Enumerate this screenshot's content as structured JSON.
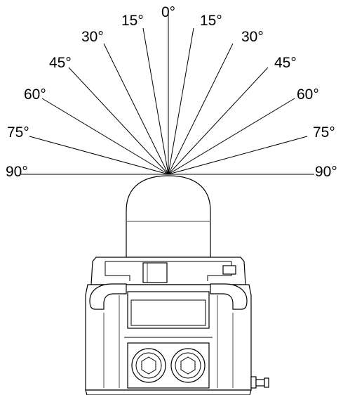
{
  "diagram": {
    "angle_labels": {
      "center": "0°",
      "left": [
        "15°",
        "30°",
        "45°",
        "60°",
        "75°",
        "90°"
      ],
      "right": [
        "15°",
        "30°",
        "45°",
        "60°",
        "75°",
        "90°"
      ]
    },
    "ray_angles_deg": [
      0,
      15,
      30,
      45,
      60,
      75,
      90
    ]
  }
}
